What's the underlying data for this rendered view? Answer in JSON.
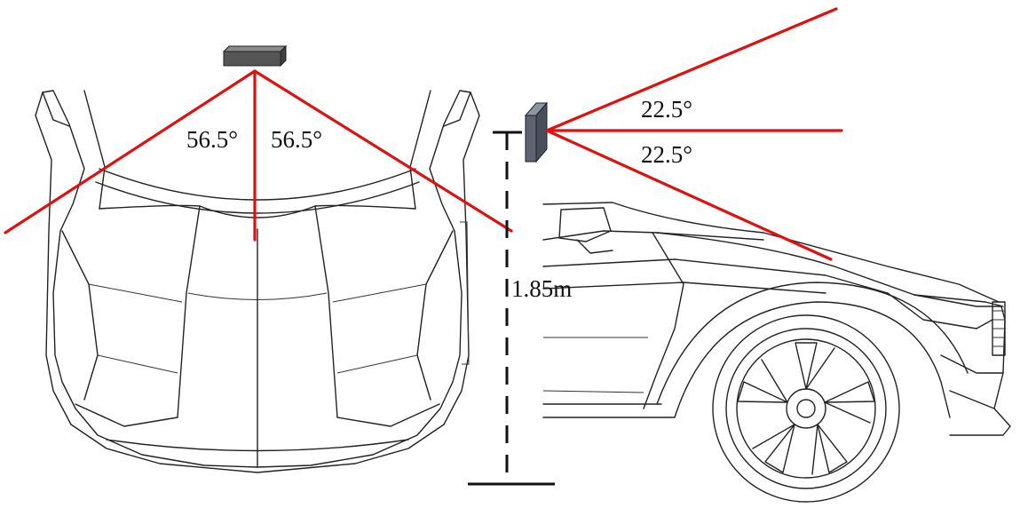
{
  "labels": {
    "top_left_angle": "56.5°",
    "top_right_angle": "56.5°",
    "side_upper_angle": "22.5°",
    "side_lower_angle": "22.5°",
    "mount_height": "1.85m"
  },
  "colors": {
    "ray": "#e01010",
    "sensor_top": "#555555",
    "sensor_side": "#5b6470",
    "outline": "#222222"
  }
}
